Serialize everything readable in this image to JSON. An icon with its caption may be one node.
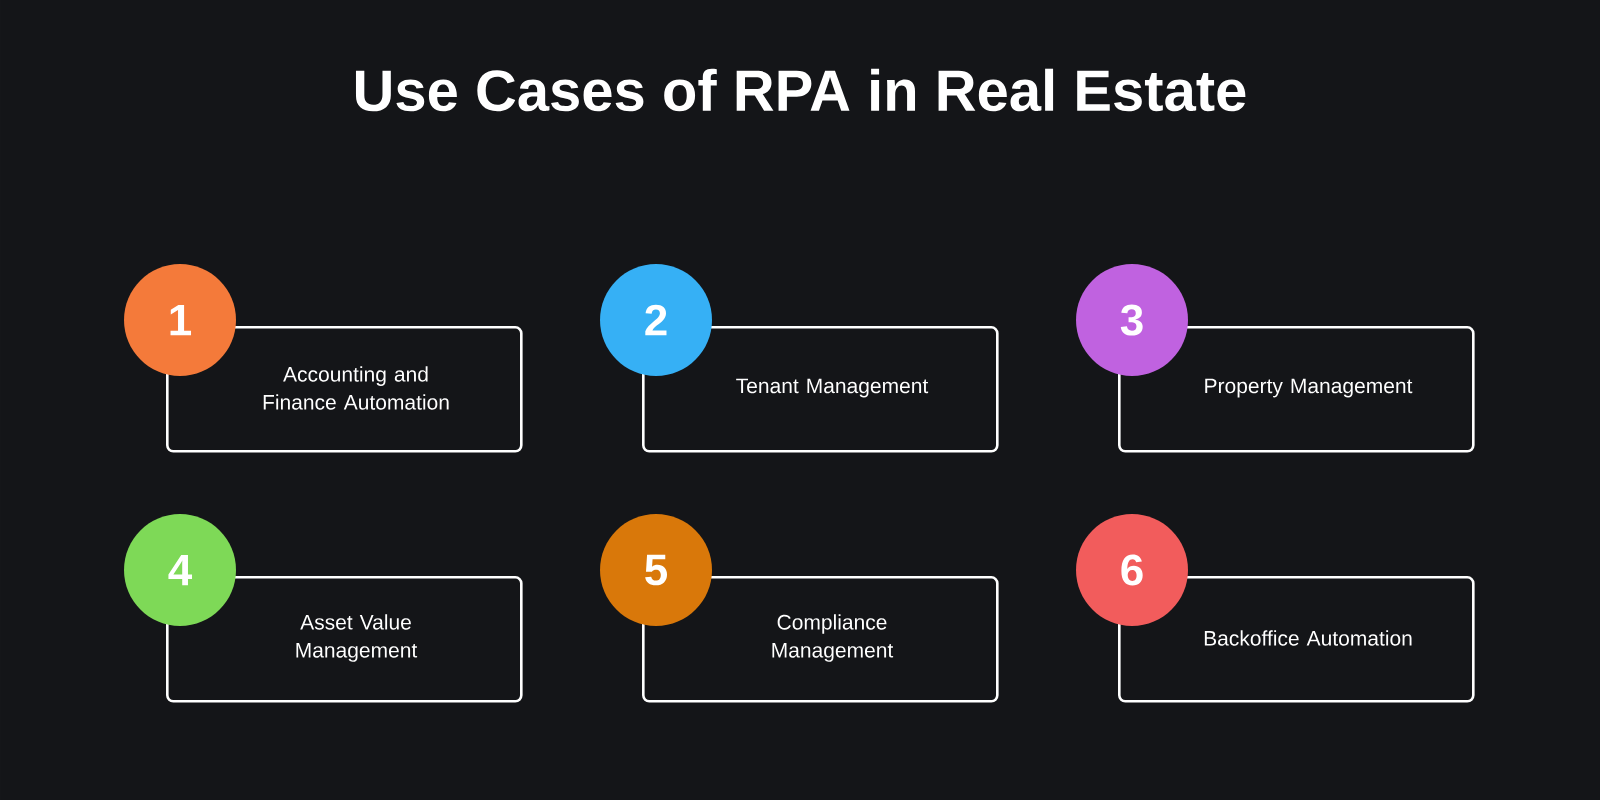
{
  "diagram": {
    "title": "Use Cases of RPA in Real Estate",
    "nodes": [
      {
        "text": [
          "1"
        ]
      },
      {
        "text": [
          "Accounting and Finance Automation"
        ]
      },
      {
        "text": [
          "2"
        ]
      },
      {
        "text": [
          "Tenant Management"
        ]
      },
      {
        "text": [
          "3"
        ]
      },
      {
        "text": [
          "Property Management"
        ]
      },
      {
        "text": [
          "4"
        ]
      },
      {
        "text": [
          "Asset Value Management"
        ]
      },
      {
        "text": [
          "5"
        ]
      },
      {
        "text": [
          "Compliance Management"
        ]
      },
      {
        "text": [
          "6"
        ]
      },
      {
        "text": [
          "Backoffice Automation"
        ]
      }
    ]
  }
}
